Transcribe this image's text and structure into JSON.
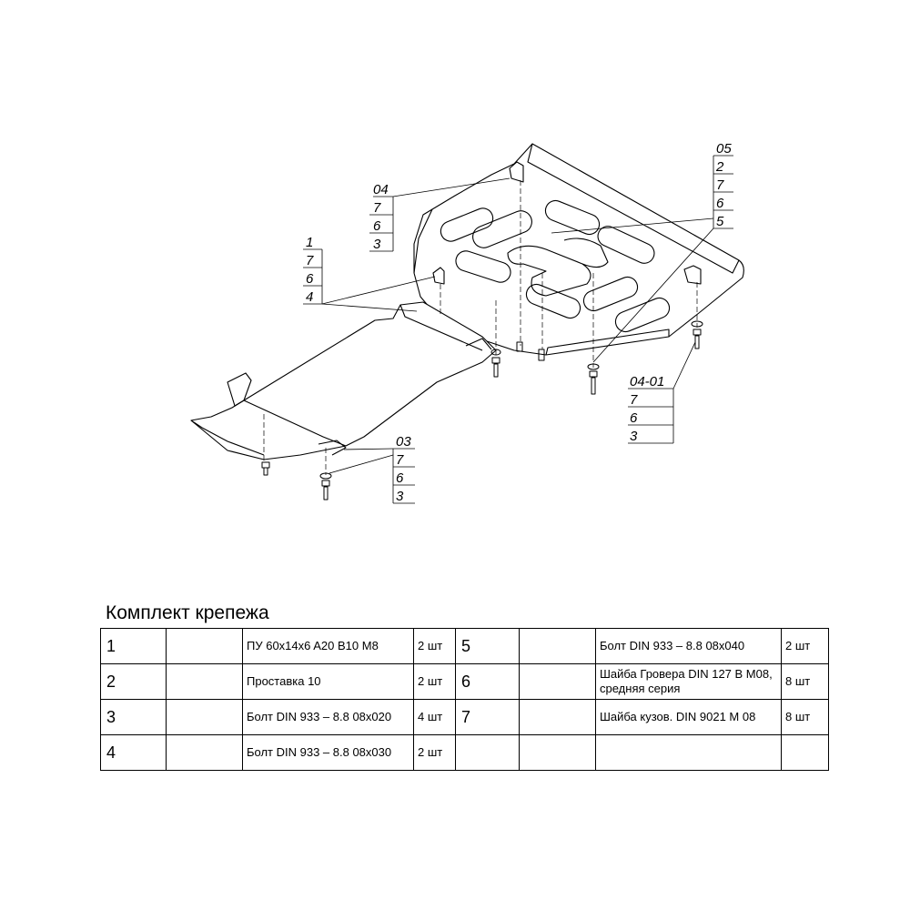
{
  "callouts": {
    "upper_left": [
      "04",
      "7",
      "6",
      "3"
    ],
    "left": [
      "1",
      "7",
      "6",
      "4"
    ],
    "upper_right": [
      "05",
      "2",
      "7",
      "6",
      "5"
    ],
    "right": [
      "04-01",
      "7",
      "6",
      "3"
    ],
    "bottom": [
      "03",
      "7",
      "6",
      "3"
    ]
  },
  "kit": {
    "title": "Комплект крепежа",
    "rows": [
      {
        "left": {
          "num": "1",
          "icon": "bracket-icon",
          "name": "ПУ 60x14x6 A20 B10 M8",
          "qty": "2 шт"
        },
        "right": {
          "num": "5",
          "icon": "long-bolt-icon",
          "name": "Болт DIN 933 – 8.8 08x040",
          "qty": "2 шт"
        }
      },
      {
        "left": {
          "num": "2",
          "icon": "spacer-icon",
          "name": "Проставка 10",
          "qty": "2 шт"
        },
        "right": {
          "num": "6",
          "icon": "spring-washer-icon",
          "name": "Шайба Гровера DIN 127 B M08, средняя серия",
          "qty": "8 шт"
        }
      },
      {
        "left": {
          "num": "3",
          "icon": "short-bolt-icon",
          "name": "Болт DIN 933 – 8.8 08x020",
          "qty": "4 шт"
        },
        "right": {
          "num": "7",
          "icon": "body-washer-icon",
          "name": "Шайба кузов. DIN 9021 M 08",
          "qty": "8 шт"
        }
      },
      {
        "left": {
          "num": "4",
          "icon": "medium-bolt-icon",
          "name": "Болт DIN 933 – 8.8 08x030",
          "qty": "2 шт"
        },
        "right": {
          "num": "",
          "icon": "",
          "name": "",
          "qty": ""
        }
      }
    ]
  }
}
